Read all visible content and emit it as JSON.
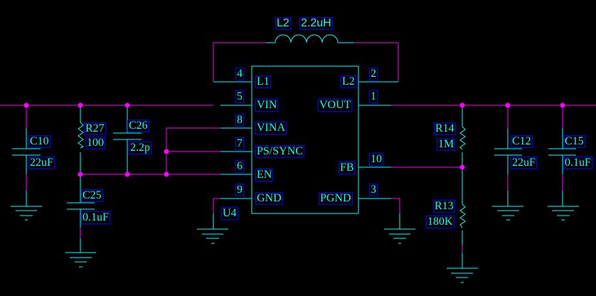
{
  "colors": {
    "wire": "#ff00ff",
    "component": "#00ffff",
    "label_border": "#0000ff",
    "background": "#000000"
  },
  "inductor": {
    "ref": "L2",
    "value": "2.2uH"
  },
  "ic": {
    "ref": "U4",
    "pins_left": [
      {
        "num": "4",
        "name": "L1"
      },
      {
        "num": "5",
        "name": "VIN"
      },
      {
        "num": "8",
        "name": "VINA"
      },
      {
        "num": "7",
        "name": "PS/SYNC"
      },
      {
        "num": "6",
        "name": "EN"
      },
      {
        "num": "9",
        "name": "GND"
      }
    ],
    "pins_right": [
      {
        "num": "2",
        "name": "L2"
      },
      {
        "num": "1",
        "name": "VOUT"
      },
      {
        "num": "10",
        "name": "FB"
      },
      {
        "num": "3",
        "name": "PGND"
      }
    ]
  },
  "components": {
    "c10": {
      "ref": "C10",
      "value": "22uF"
    },
    "r27": {
      "ref": "R27",
      "value": "100"
    },
    "c26": {
      "ref": "C26",
      "value": "2.2p"
    },
    "c25": {
      "ref": "C25",
      "value": "0.1uF"
    },
    "r14": {
      "ref": "R14",
      "value": "1M"
    },
    "r13": {
      "ref": "R13",
      "value": "180K"
    },
    "c12": {
      "ref": "C12",
      "value": "22uF"
    },
    "c15": {
      "ref": "C15",
      "value": "0.1uF"
    }
  }
}
